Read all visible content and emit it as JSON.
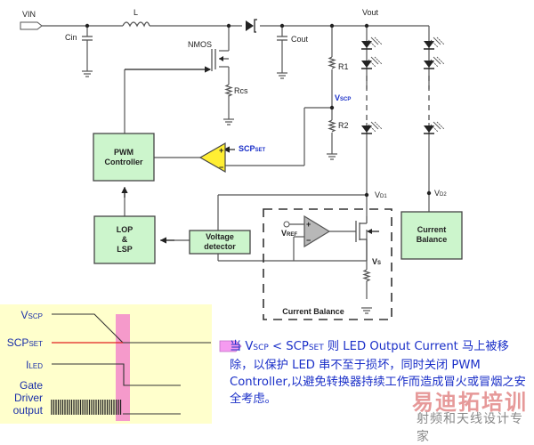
{
  "circuit": {
    "labels": {
      "vin": "VIN",
      "inductor": "L",
      "cin": "Cin",
      "nmos": "NMOS",
      "rcs": "Rcs",
      "cout": "Cout",
      "vout": "Vout",
      "r1": "R1",
      "r2": "R2",
      "vscp_main": "V",
      "vscp_sub": "SCP",
      "scpset_main": "SCP",
      "scpset_sub": "SET",
      "vd1_main": "V",
      "vd1_sub": "D1",
      "vd2_main": "V",
      "vd2_sub": "D2",
      "vref_main": "V",
      "vref_sub": "REF",
      "vs_main": "V",
      "vs_sub": "S",
      "opamp_plus": "+",
      "opamp_minus": "−"
    },
    "blocks": {
      "pwm_line1": "PWM",
      "pwm_line2": "Controller",
      "lop_line1": "LOP",
      "lop_line2": "&",
      "lop_line3": "LSP",
      "vdet_line1": "Voltage",
      "vdet_line2": "detector",
      "cb_right_line1": "Current",
      "cb_right_line2": "Balance",
      "cb_dashed_label": "Current Balance"
    },
    "colors": {
      "block_fill": "#ccf5cc",
      "comparator_fill": "#ffee33",
      "opamp_fill": "#b8b8b8",
      "label_blue": "#1a2fc8"
    }
  },
  "waveform": {
    "signals": [
      {
        "main": "V",
        "sub": "SCP"
      },
      {
        "main": "SCP",
        "sub": "SET"
      },
      {
        "main": "I",
        "sub": "LED"
      },
      {
        "main": "Gate",
        "sub": ""
      },
      {
        "main": "Driver",
        "sub": ""
      },
      {
        "main": "output",
        "sub": ""
      }
    ],
    "colors": {
      "background": "#ffffcc",
      "highlight_band": "#f59acb",
      "scpset_line": "#e02020"
    }
  },
  "note": {
    "arrow_color": "#f59bf0",
    "p1": "当 V",
    "p1_sub": "SCP",
    "p2": " < SCP",
    "p2_sub": "SET",
    "p3": " 则  LED Output Current  马上被移除，以保护 LED 串不至于损坏，同时关闭 PWM Controller,以避免转换器持续工作而造成冒火或冒烟之安全考虑。"
  },
  "watermark": {
    "line1": "易迪拓培训",
    "line2": "射频和天线设计专家"
  }
}
